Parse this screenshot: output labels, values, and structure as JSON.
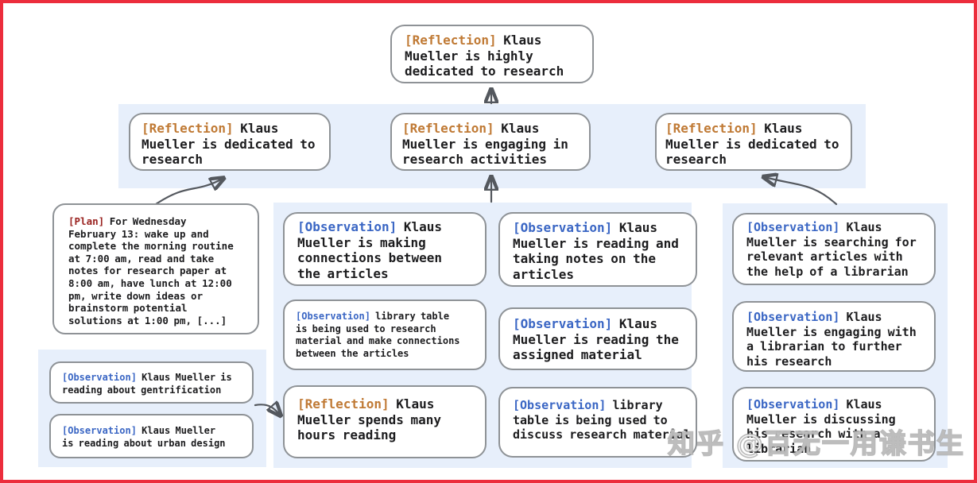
{
  "watermark": "知乎 @百无一用谦书生",
  "colors": {
    "frame": "#ec2d3c",
    "band": "#e7effb",
    "box_border": "#8e9296",
    "tag_reflection": "#c07a35",
    "tag_observation": "#3a66c4",
    "tag_plan": "#9a2320",
    "text": "#1c1c1e",
    "arrow": "#54585e"
  },
  "nodes": {
    "root": {
      "tag": "[Reflection]",
      "text": "Klaus Mueller is highly dedicated to research"
    },
    "row2_left": {
      "tag": "[Reflection]",
      "text": "Klaus Mueller is dedicated to research"
    },
    "row2_center": {
      "tag": "[Reflection]",
      "text": "Klaus Mueller is engaging in research activities"
    },
    "row2_right": {
      "tag": "[Reflection]",
      "text": "Klaus Mueller is dedicated to research"
    },
    "plan": {
      "tag": "[Plan]",
      "text": "For Wednesday February 13: wake up and complete the morning routine at 7:00 am, read and take notes for research paper at 8:00 am, have lunch at 12:00 pm, write down ideas or brainstorm potential solutions at 1:00 pm, [...]"
    },
    "obs_gentrification": {
      "tag": "[Observation]",
      "text": "Klaus Mueller is reading about gentrification"
    },
    "obs_urban_design": {
      "tag": "[Observation]",
      "text": "Klaus Mueller is reading about urban design"
    },
    "obs_connections": {
      "tag": "[Observation]",
      "text": "Klaus Mueller is making connections between the articles"
    },
    "obs_library_research": {
      "tag": "[Observation]",
      "text": "library table is being used to research material and make connections between the articles"
    },
    "refl_hours_reading": {
      "tag": "[Reflection]",
      "text": "Klaus Mueller spends many hours reading"
    },
    "obs_taking_notes": {
      "tag": "[Observation]",
      "text": "Klaus Mueller is reading and taking notes on the articles"
    },
    "obs_assigned_material": {
      "tag": "[Observation]",
      "text": "Klaus Mueller is reading the assigned material"
    },
    "obs_library_discuss": {
      "tag": "[Observation]",
      "text": "library table is being used to discuss research material"
    },
    "obs_librarian_search": {
      "tag": "[Observation]",
      "text": "Klaus Mueller is searching for relevant articles with the help of a librarian"
    },
    "obs_librarian_engage": {
      "tag": "[Observation]",
      "text": "Klaus Mueller is engaging with a librarian to further his research"
    },
    "obs_librarian_discuss": {
      "tag": "[Observation]",
      "text": "Klaus Mueller is discussing his research with a librarian"
    }
  }
}
